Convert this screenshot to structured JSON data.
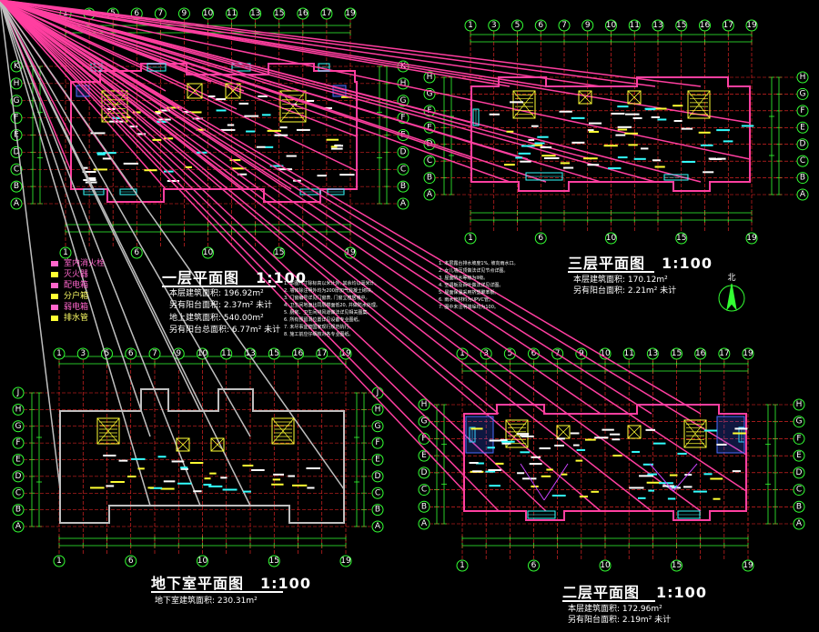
{
  "colors": {
    "background": "#000000",
    "wall": "#ff3fa0",
    "grid": "#ff2a2a",
    "dimension": "#33ff33",
    "text": "#ffffff",
    "stair": "#ffff33",
    "window": "#33ffff",
    "accent_blue": "#4a6cff",
    "grey_wall": "#bfbfbf"
  },
  "plans": {
    "ground_floor": {
      "title": "一层平面图",
      "scale": "1:100",
      "area_label": "本层建筑面积: 196.92m²",
      "extra_area_label": "另有阳台面积: 2.37m² 未计",
      "total_area_label": "地上建筑面积: 540.00m²",
      "external_area_label": "另有阳台总面积: 6.77m² 未计",
      "axis_top": [
        "1",
        "3",
        "5",
        "6",
        "7",
        "9",
        "10",
        "11",
        "13",
        "15",
        "16",
        "17",
        "19"
      ],
      "axis_left": [
        "K",
        "H",
        "G",
        "F",
        "E",
        "D",
        "C",
        "B",
        "A"
      ]
    },
    "third_floor": {
      "title": "三层平面图",
      "scale": "1:100",
      "area_label": "本层建筑面积: 170.12m²",
      "extra_area_label": "另有阳台面积: 2.21m² 未计",
      "axis_top": [
        "1",
        "3",
        "5",
        "6",
        "7",
        "9",
        "10",
        "11",
        "13",
        "15",
        "16",
        "17",
        "19"
      ],
      "axis_left": [
        "H",
        "G",
        "F",
        "E",
        "D",
        "C",
        "B",
        "A"
      ]
    },
    "basement": {
      "title": "地下室平面图",
      "scale": "1:100",
      "area_label": "地下室建筑面积: 230.31m²",
      "axis_top": [
        "1",
        "3",
        "5",
        "6",
        "7",
        "9",
        "10",
        "11",
        "13",
        "15",
        "16",
        "17",
        "19"
      ],
      "axis_left": [
        "J",
        "H",
        "G",
        "F",
        "E",
        "D",
        "C",
        "B",
        "A"
      ]
    },
    "second_floor": {
      "title": "二层平面图",
      "scale": "1:100",
      "area_label": "本层建筑面积: 172.96m²",
      "extra_area_label": "另有阳台面积: 2.19m² 未计",
      "axis_top": [
        "1",
        "3",
        "5",
        "6",
        "7",
        "9",
        "10",
        "11",
        "13",
        "15",
        "16",
        "17",
        "19"
      ],
      "axis_left": [
        "H",
        "G",
        "F",
        "E",
        "D",
        "C",
        "B",
        "A"
      ]
    }
  },
  "legend": {
    "items": [
      "室内消火栓",
      "灭火器",
      "配电箱",
      "分户箱",
      "弱电箱",
      "排水管"
    ]
  },
  "general_notes": [
    "1. 本图尺寸除标高以米计外, 其余均以毫米计。",
    "2. 墙体除注明外均为200厚加气混凝土砌块。",
    "3. 门窗编号详见门窗表, 门窗立樘居墙中。",
    "4. 卫生间地面比同层楼面低20, 并做防水处理。",
    "5. 厨房、卫生间排风道做法详见相关图集。",
    "6. 所有预留洞位置详见设备专业图纸。",
    "7. 未尽事宜按国家现行规范执行。",
    "8. 施工前应仔细核对各专业图纸。"
  ],
  "third_notes": [
    "1. 本层露台排水坡度1%, 坡向雨水口。",
    "2. 女儿墙压顶做法详见节点详图。",
    "3. 屋面防水等级为II级。",
    "4. 空调板及百叶做法详见详图。",
    "5. 屋面保温采用挤塑聚苯板。",
    "6. 雨水管材料为UPVC管。",
    "7. 图中未注明墙垛均为100。"
  ],
  "compass": {
    "label": "北"
  }
}
